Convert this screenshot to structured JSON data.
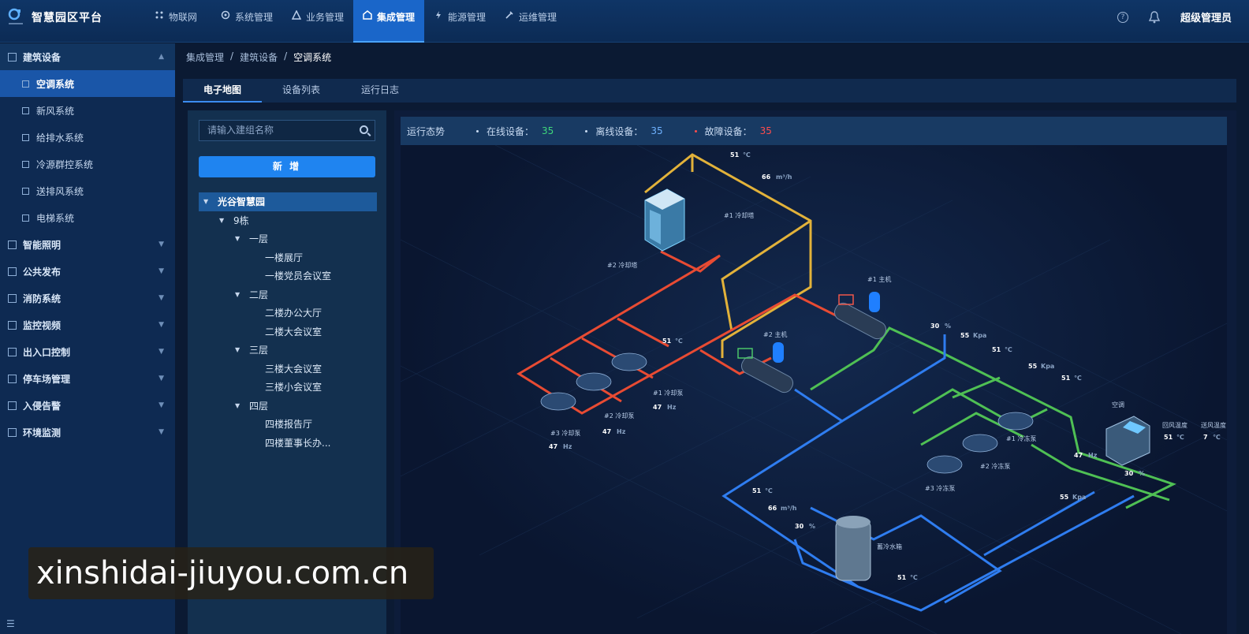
{
  "app": {
    "title": "智慧园区平台",
    "user": "超级管理员"
  },
  "nav": [
    {
      "label": "物联网",
      "icon": "iot-icon"
    },
    {
      "label": "系统管理",
      "icon": "system-icon"
    },
    {
      "label": "业务管理",
      "icon": "business-icon"
    },
    {
      "label": "集成管理",
      "icon": "integration-icon",
      "active": true
    },
    {
      "label": "能源管理",
      "icon": "energy-icon"
    },
    {
      "label": "运维管理",
      "icon": "maintenance-icon"
    }
  ],
  "sidebar": {
    "open_group": "建筑设备",
    "items": [
      "空调系统",
      "新风系统",
      "给排水系统",
      "冷源群控系统",
      "送排风系统",
      "电梯系统"
    ],
    "groups": [
      "智能照明",
      "公共发布",
      "消防系统",
      "监控视频",
      "出入口控制",
      "停车场管理",
      "入侵告警",
      "环境监测"
    ]
  },
  "breadcrumb": [
    "集成管理",
    "建筑设备",
    "空调系统"
  ],
  "tabs": [
    "电子地图",
    "设备列表",
    "运行日志"
  ],
  "tree_panel": {
    "search_placeholder": "请输入建组名称",
    "add_label": "新 增",
    "nodes": [
      {
        "label": "光谷智慧园",
        "level": 0,
        "expanded": true
      },
      {
        "label": "9栋",
        "level": 1,
        "expanded": true
      },
      {
        "label": "一层",
        "level": 2,
        "expanded": true
      },
      {
        "label": "一楼展厅",
        "level": 3
      },
      {
        "label": "一楼党员会议室",
        "level": 3
      },
      {
        "label": "二层",
        "level": 2,
        "expanded": true
      },
      {
        "label": "二楼办公大厅",
        "level": 3
      },
      {
        "label": "二楼大会议室",
        "level": 3
      },
      {
        "label": "三层",
        "level": 2,
        "expanded": true
      },
      {
        "label": "三楼大会议室",
        "level": 3
      },
      {
        "label": "三楼小会议室",
        "level": 3
      },
      {
        "label": "四层",
        "level": 2,
        "expanded": true
      },
      {
        "label": "四楼报告厅",
        "level": 3
      },
      {
        "label": "四楼董事长办...",
        "level": 3
      }
    ]
  },
  "status": {
    "title": "运行态势",
    "online_label": "在线设备：",
    "online": "35",
    "offline_label": "离线设备：",
    "offline": "35",
    "fault_label": "故障设备：",
    "fault": "35"
  },
  "diagram_labels": {
    "cooling_tower_1": "#1 冷却塔",
    "cooling_tower_2": "#2 冷却塔",
    "host_1": "#1 主机",
    "host_2": "#2 主机",
    "cooling_pump_1": "#1 冷却泵",
    "cooling_pump_2": "#2 冷却泵",
    "cooling_pump_3": "#3 冷却泵",
    "chill_pump_1": "#1 冷冻泵",
    "chill_pump_2": "#2 冷冻泵",
    "chill_pump_3": "#3 冷冻泵",
    "ahu": "空调",
    "tank": "蓄冷水箱",
    "return_temp": "回风温度",
    "supply_temp": "送风温度",
    "r_51": "51",
    "r_66": "66",
    "r_47": "47",
    "r_30": "30",
    "r_55": "55",
    "r_7": "7",
    "u_c": "℃",
    "u_flow": "m³/h",
    "u_hz": "Hz",
    "u_pct": "%",
    "u_kpa": "Kpa"
  },
  "watermark": "xinshidai-jiuyou.com.cn",
  "colors": {
    "accent": "#1f84f0",
    "online": "#3fd87c",
    "offline": "#6fb2ff",
    "fault": "#ff4d4d",
    "pipe_yellow": "#e2b23a",
    "pipe_red": "#e84b33",
    "pipe_green": "#4fc054",
    "pipe_blue": "#2f7df0"
  }
}
